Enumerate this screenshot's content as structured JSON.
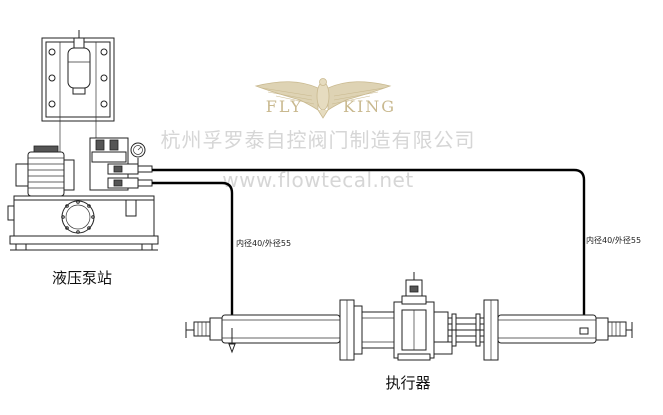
{
  "watermark": {
    "brand_left": "FLY",
    "brand_right": "KING",
    "company": "杭州孚罗泰自控阀门制造有限公司",
    "url": "www.flowtecal.net"
  },
  "labels": {
    "pump_station": "液压泵站",
    "actuator": "执行器",
    "pipe_spec_left": "内径40/外径55",
    "pipe_spec_right": "内径40/外径55"
  },
  "colors": {
    "watermark_gold": "#c9b98f",
    "watermark_gray": "#d6d6d6",
    "line": "#222222"
  },
  "icons": {
    "logo": "eagle-wings-icon",
    "gauge": "pressure-gauge-icon"
  }
}
